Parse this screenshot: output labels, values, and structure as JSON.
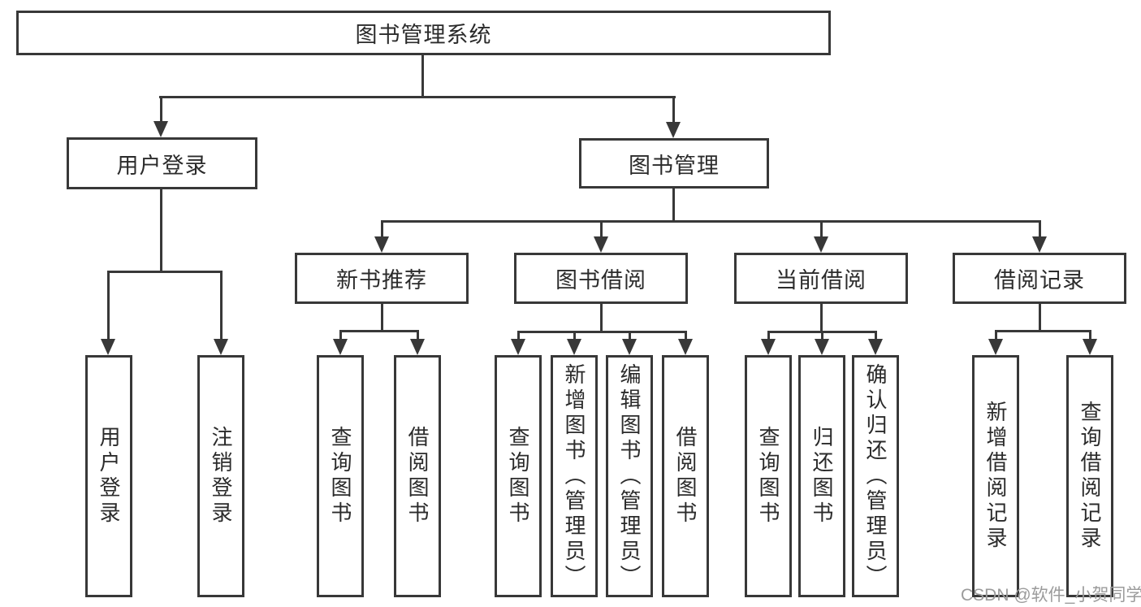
{
  "tree": {
    "root": {
      "label": "图书管理系统"
    },
    "branches": [
      {
        "label": "用户登录",
        "children": [
          {
            "label": "用户登录"
          },
          {
            "label": "注销登录"
          }
        ]
      },
      {
        "label": "图书管理",
        "children": [
          {
            "label": "新书推荐",
            "children": [
              {
                "label": "查询图书"
              },
              {
                "label": "借阅图书"
              }
            ]
          },
          {
            "label": "图书借阅",
            "children": [
              {
                "label": "查询图书"
              },
              {
                "label": "新增图书（管理员）"
              },
              {
                "label": "编辑图书（管理员）"
              },
              {
                "label": "借阅图书"
              }
            ]
          },
          {
            "label": "当前借阅",
            "children": [
              {
                "label": "查询图书"
              },
              {
                "label": "归还图书"
              },
              {
                "label": "确认归还（管理员）"
              }
            ]
          },
          {
            "label": "借阅记录",
            "children": [
              {
                "label": "新增借阅记录"
              },
              {
                "label": "查询借阅记录"
              }
            ]
          }
        ]
      }
    ]
  },
  "watermark": {
    "text": "CSDN @软件_小贺同学"
  },
  "colors": {
    "line": "#383838",
    "text": "#2b2b2b",
    "watermark": "#9b9b9b",
    "background": "#ffffff"
  }
}
